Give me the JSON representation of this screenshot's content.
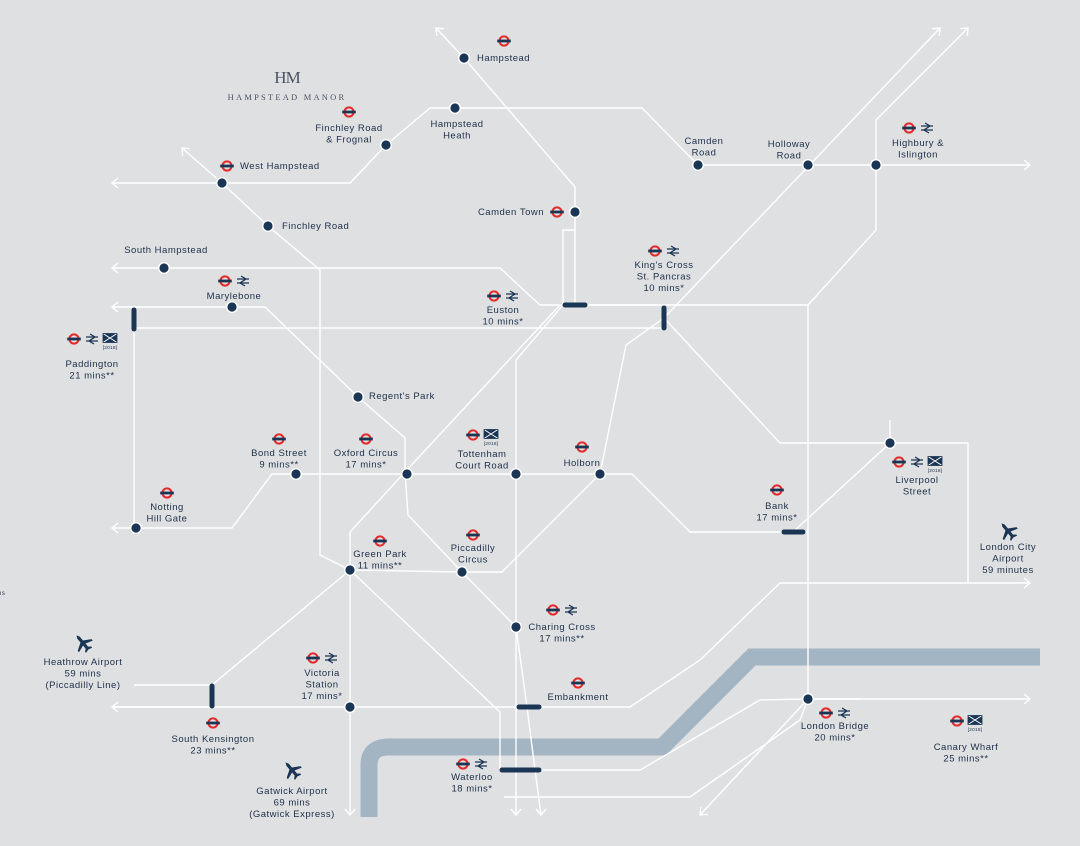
{
  "brand": {
    "mark": "HM",
    "name": "HAMPSTEAD MANOR"
  },
  "colors": {
    "background": "#dfe0e2",
    "line": "#ffffff",
    "river": "#a3b4c3",
    "station_dot": "#1b3554",
    "roundel_red": "#e32b2b",
    "roundel_blue": "#1b3554",
    "text": "#1d2f47"
  },
  "stations": [
    {
      "id": "hampstead",
      "lines": [
        "Hampstead"
      ],
      "icons": [
        "underground-roundel"
      ]
    },
    {
      "id": "finchley-road-frognal",
      "lines": [
        "Finchley Road",
        "& Frognal"
      ],
      "icons": [
        "underground-roundel"
      ]
    },
    {
      "id": "hampstead-heath",
      "lines": [
        "Hampstead",
        "Heath"
      ],
      "icons": []
    },
    {
      "id": "camden-road",
      "lines": [
        "Camden",
        "Road"
      ],
      "icons": []
    },
    {
      "id": "holloway-road",
      "lines": [
        "Holloway",
        "Road"
      ],
      "icons": []
    },
    {
      "id": "highbury-islington",
      "lines": [
        "Highbury &",
        "Islington"
      ],
      "icons": [
        "underground-roundel",
        "national-rail"
      ]
    },
    {
      "id": "west-hampstead",
      "lines": [
        "West Hampstead"
      ],
      "icons": [
        "underground-roundel"
      ]
    },
    {
      "id": "finchley-road",
      "lines": [
        "Finchley Road"
      ],
      "icons": []
    },
    {
      "id": "camden-town",
      "lines": [
        "Camden Town"
      ],
      "icons": [
        "underground-roundel"
      ]
    },
    {
      "id": "south-hampstead",
      "lines": [
        "South Hampstead"
      ],
      "icons": []
    },
    {
      "id": "kings-cross",
      "lines": [
        "King's Cross",
        "St. Pancras",
        "10 mins*"
      ],
      "icons": [
        "underground-roundel",
        "national-rail"
      ]
    },
    {
      "id": "marylebone",
      "lines": [
        "Marylebone"
      ],
      "icons": [
        "underground-roundel",
        "national-rail"
      ]
    },
    {
      "id": "euston",
      "lines": [
        "Euston",
        "10 mins*"
      ],
      "icons": [
        "underground-roundel",
        "national-rail"
      ]
    },
    {
      "id": "paddington",
      "lines": [
        "Paddington",
        "21 mins**"
      ],
      "icons": [
        "underground-roundel",
        "national-rail",
        "crossrail"
      ]
    },
    {
      "id": "regents-park",
      "lines": [
        "Regent's Park"
      ],
      "icons": []
    },
    {
      "id": "bond-street",
      "lines": [
        "Bond Street",
        "9 mins**"
      ],
      "icons": [
        "underground-roundel"
      ]
    },
    {
      "id": "oxford-circus",
      "lines": [
        "Oxford Circus",
        "17 mins*"
      ],
      "icons": [
        "underground-roundel"
      ]
    },
    {
      "id": "tottenham-court-road",
      "lines": [
        "Tottenham",
        "Court Road"
      ],
      "icons": [
        "underground-roundel",
        "crossrail"
      ]
    },
    {
      "id": "holborn",
      "lines": [
        "Holborn"
      ],
      "icons": [
        "underground-roundel"
      ]
    },
    {
      "id": "liverpool-street",
      "lines": [
        "Liverpool",
        "Street"
      ],
      "icons": [
        "underground-roundel",
        "national-rail",
        "crossrail"
      ]
    },
    {
      "id": "notting-hill-gate",
      "lines": [
        "Notting",
        "Hill Gate"
      ],
      "icons": [
        "underground-roundel"
      ]
    },
    {
      "id": "bank",
      "lines": [
        "Bank",
        "17 mins*"
      ],
      "icons": [
        "underground-roundel"
      ]
    },
    {
      "id": "green-park",
      "lines": [
        "Green Park",
        "11 mins**"
      ],
      "icons": [
        "underground-roundel"
      ]
    },
    {
      "id": "piccadilly-circus",
      "lines": [
        "Piccadilly",
        "Circus"
      ],
      "icons": [
        "underground-roundel"
      ]
    },
    {
      "id": "london-city-airport",
      "lines": [
        "London City",
        "Airport",
        "59 minutes"
      ],
      "icons": [
        "airplane"
      ]
    },
    {
      "id": "charing-cross",
      "lines": [
        "Charing Cross",
        "17 mins**"
      ],
      "icons": [
        "underground-roundel",
        "national-rail"
      ]
    },
    {
      "id": "heathrow-airport",
      "lines": [
        "Heathrow Airport",
        "59 mins",
        "(Piccadilly Line)"
      ],
      "icons": [
        "airplane"
      ]
    },
    {
      "id": "victoria",
      "lines": [
        "Victoria",
        "Station",
        "17 mins*"
      ],
      "icons": [
        "underground-roundel",
        "national-rail"
      ]
    },
    {
      "id": "embankment",
      "lines": [
        "Embankment"
      ],
      "icons": [
        "underground-roundel"
      ]
    },
    {
      "id": "london-bridge",
      "lines": [
        "London Bridge",
        "20 mins*"
      ],
      "icons": [
        "underground-roundel",
        "national-rail"
      ]
    },
    {
      "id": "canary-wharf",
      "lines": [
        "Canary Wharf",
        "25 mins**"
      ],
      "icons": [
        "underground-roundel",
        "crossrail"
      ]
    },
    {
      "id": "south-kensington",
      "lines": [
        "South Kensington",
        "23 mins**"
      ],
      "icons": [
        "underground-roundel"
      ]
    },
    {
      "id": "waterloo",
      "lines": [
        "Waterloo",
        "18 mins*"
      ],
      "icons": [
        "underground-roundel",
        "national-rail"
      ]
    },
    {
      "id": "gatwick-airport",
      "lines": [
        "Gatwick Airport",
        "69 mins",
        "(Gatwick Express)"
      ],
      "icons": [
        "airplane"
      ]
    }
  ],
  "crossrail_badge_text": "2018",
  "edge_note": "ns"
}
